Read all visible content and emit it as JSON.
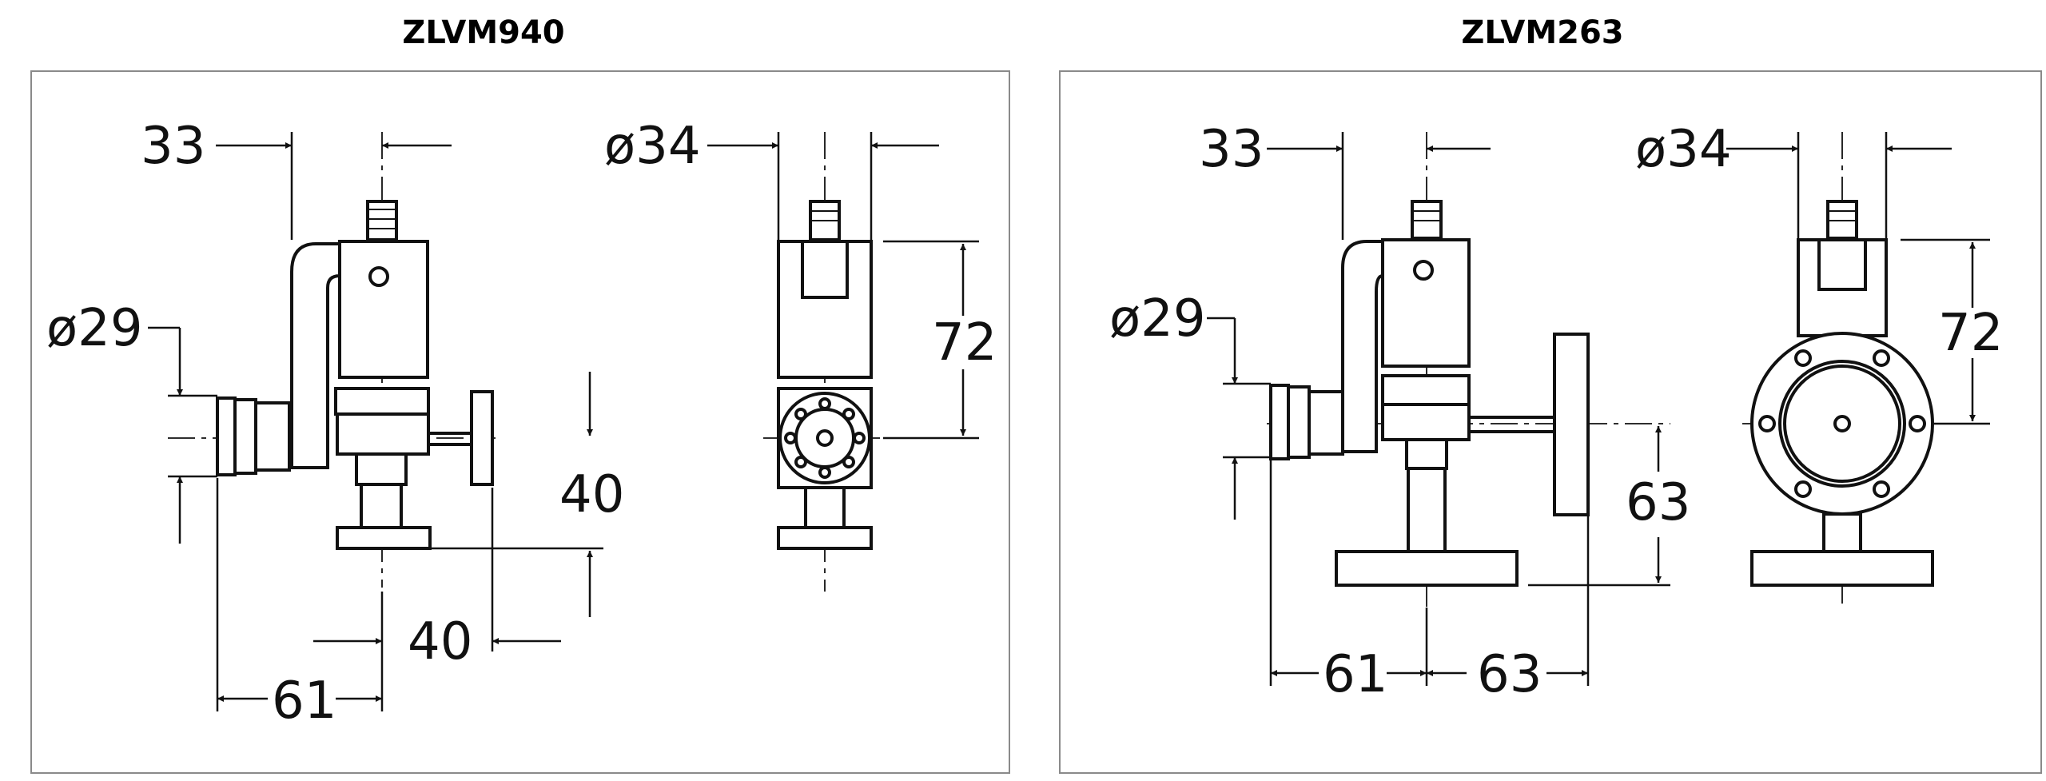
{
  "left": {
    "title": "ZLVM940",
    "dims": {
      "top_offset": "33",
      "top_diameter": "ø34",
      "side_diameter": "ø29",
      "height": "72",
      "right_height": "40",
      "bottom_right": "40",
      "bottom_left": "61"
    }
  },
  "right": {
    "title": "ZLVM263",
    "dims": {
      "top_offset": "33",
      "top_diameter": "ø34",
      "side_diameter": "ø29",
      "height": "72",
      "right_height": "63",
      "bottom_left": "61",
      "bottom_right": "63"
    }
  }
}
